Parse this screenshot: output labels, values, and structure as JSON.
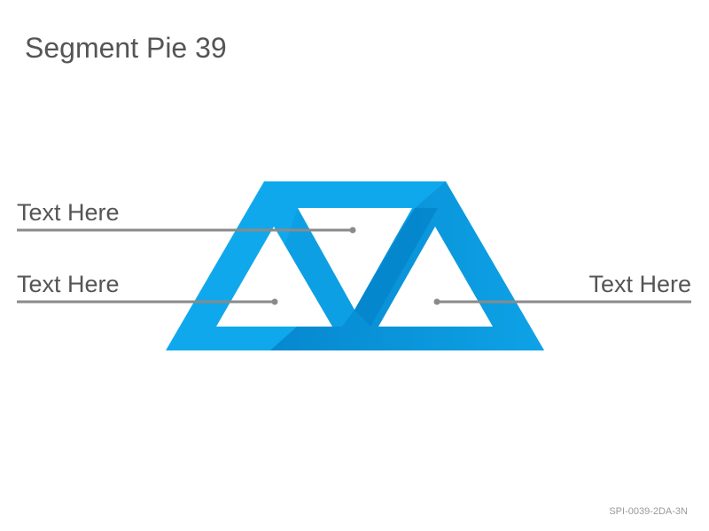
{
  "title": "Segment Pie 39",
  "callouts": [
    {
      "text": "Text Here"
    },
    {
      "text": "Text Here"
    },
    {
      "text": "Text Here"
    }
  ],
  "footer_code": "SPI-0039-2DA-3N",
  "colors": {
    "accent_light": "#10a8ec",
    "accent_mid": "#0b98dc",
    "accent_dark": "#0582c8",
    "leader_line": "#8a8a8a",
    "text": "#555555"
  }
}
